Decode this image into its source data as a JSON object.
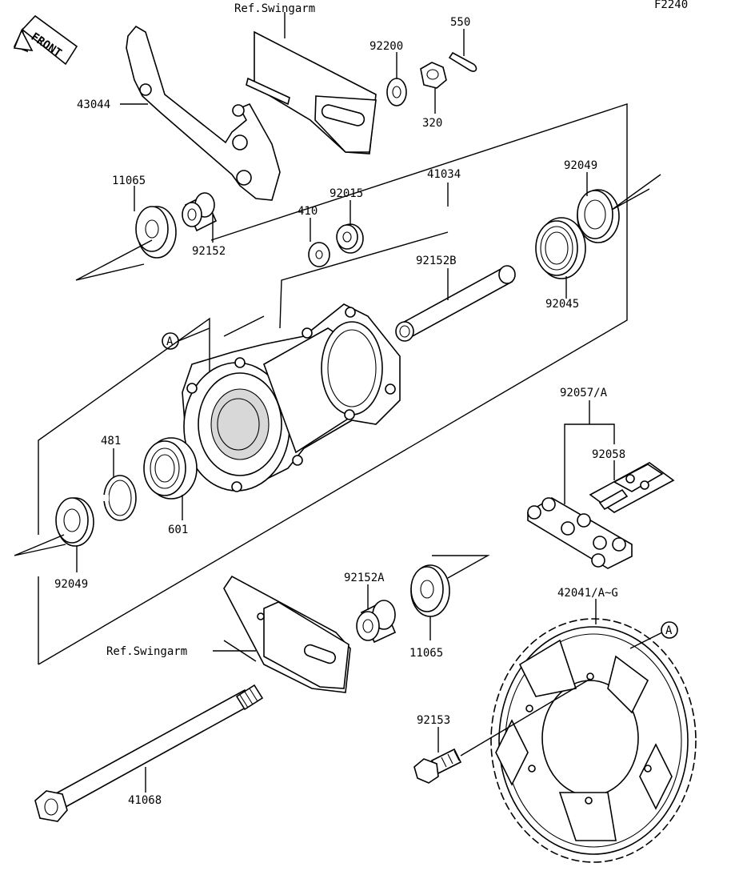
{
  "diagram_code": "F2240",
  "front_label": "FRONT",
  "ref_labels": [
    "Ref.Swingarm",
    "Ref.Swingarm"
  ],
  "ref_marker": "A",
  "parts": {
    "p43044": "43044",
    "p92200": "92200",
    "p550": "550",
    "p320": "320",
    "p11065_top": "11065",
    "p92152": "92152",
    "p410": "410",
    "p92015": "92015",
    "p41034": "41034",
    "p92049_top": "92049",
    "p92152B": "92152B",
    "p92045": "92045",
    "p481": "481",
    "p601": "601",
    "p92049_bottom": "92049",
    "p92057A": "92057/A",
    "p92058": "92058",
    "p92152A": "92152A",
    "p11065_bottom": "11065",
    "p42041": "42041/A~G",
    "p92153": "92153",
    "p41068": "41068"
  }
}
